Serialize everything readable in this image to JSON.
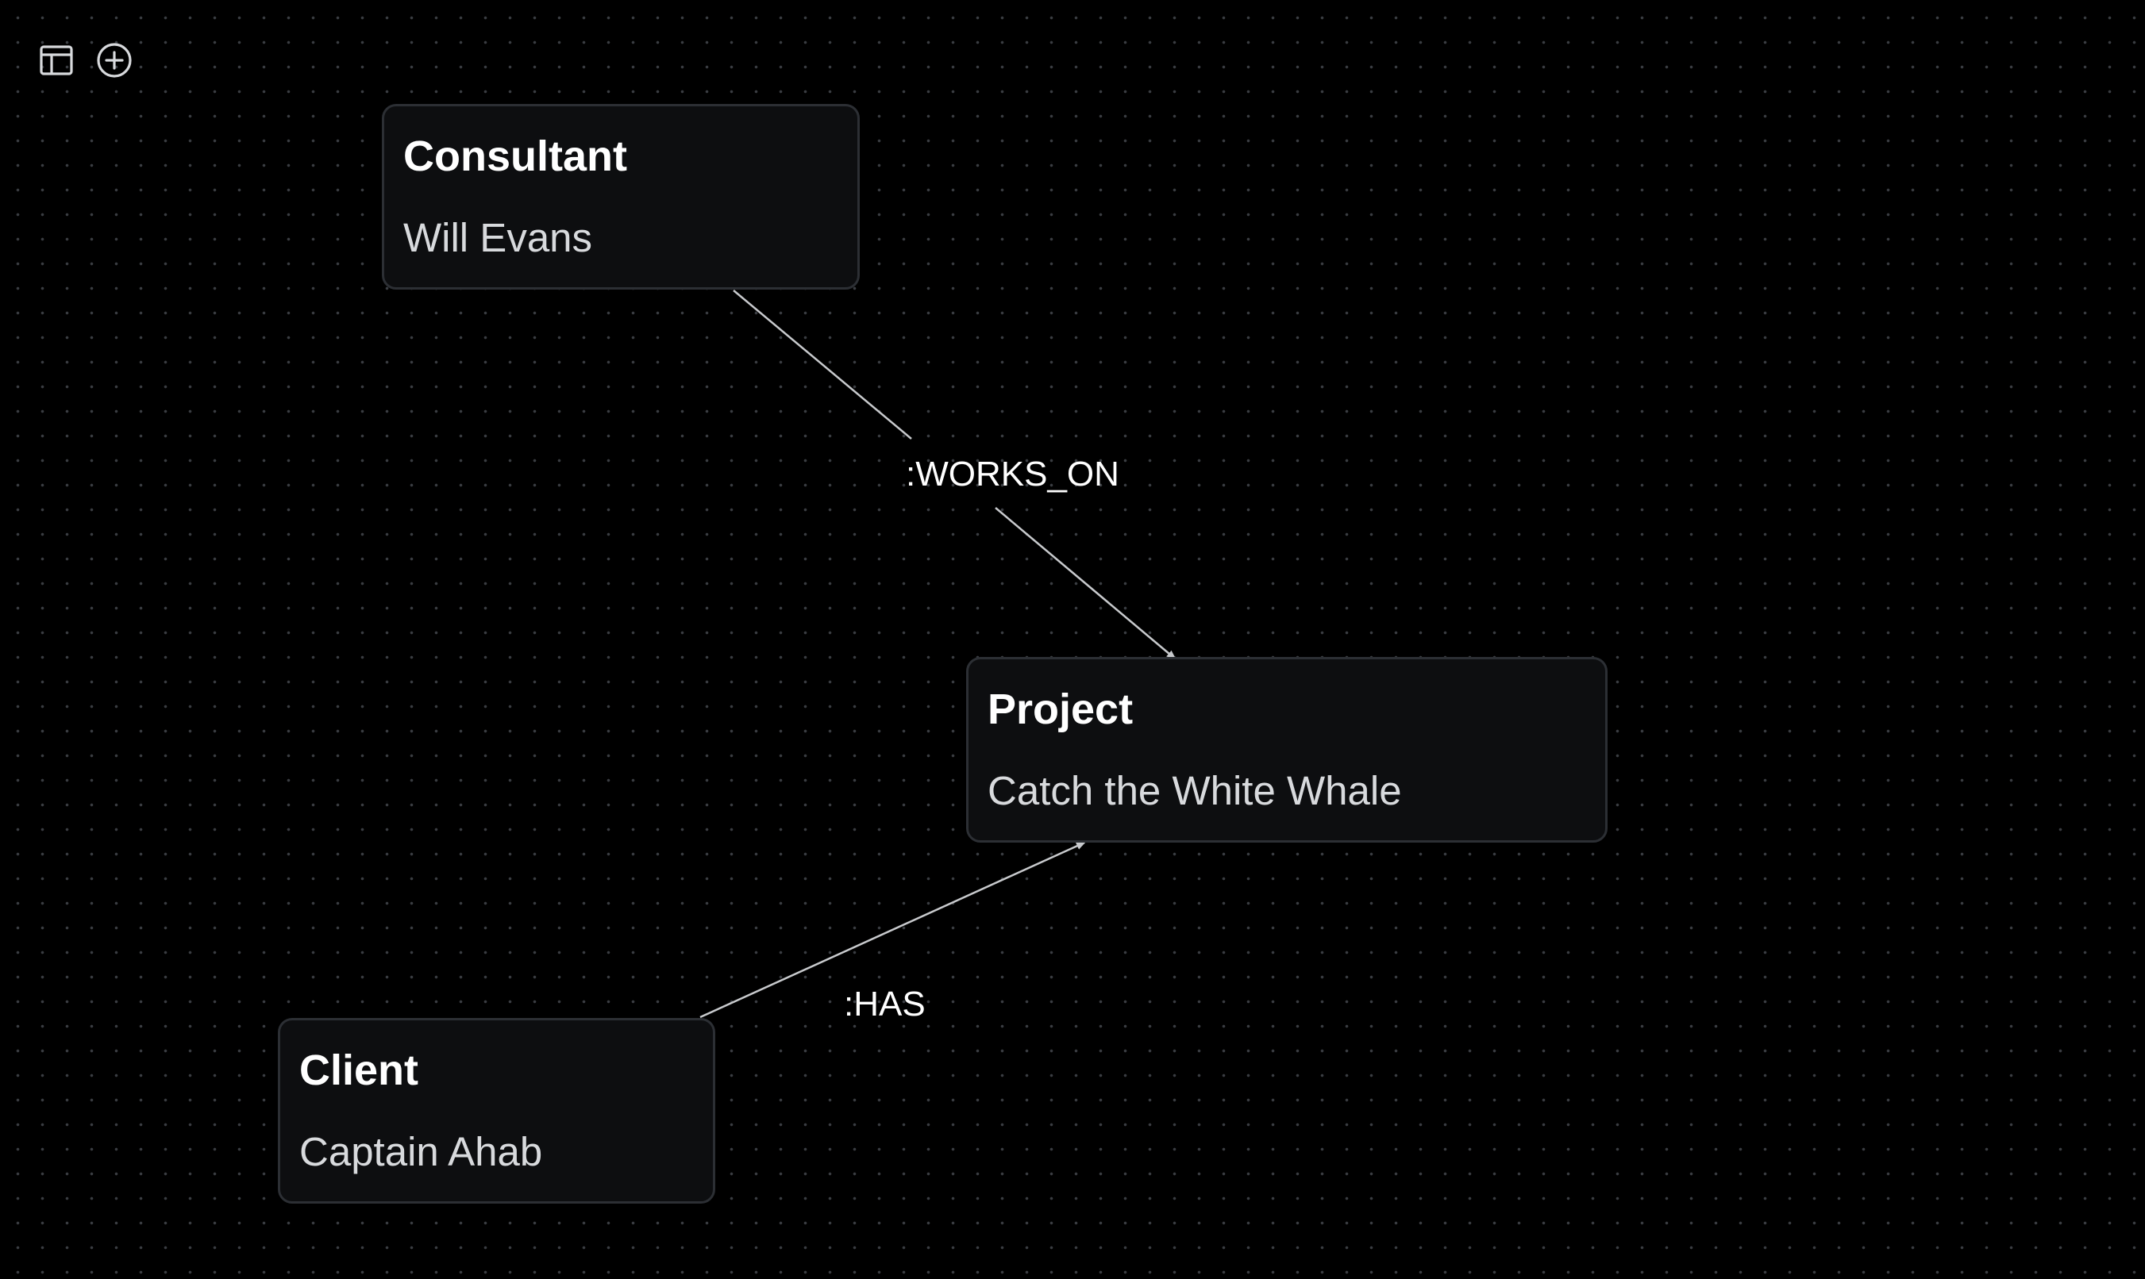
{
  "toolbar": {
    "layout_icon": "layout-icon",
    "add_icon": "plus-circle-icon"
  },
  "nodes": {
    "consultant": {
      "label": "Consultant",
      "value": "Will Evans"
    },
    "project": {
      "label": "Project",
      "value": "Catch the White Whale"
    },
    "client": {
      "label": "Client",
      "value": "Captain Ahab"
    }
  },
  "edges": {
    "works_on": {
      "label": ":WORKS_ON",
      "from": "Consultant",
      "to": "Project"
    },
    "has": {
      "label": ":HAS",
      "from": "Client",
      "to": "Project"
    }
  },
  "colors": {
    "background": "#000000",
    "node_fill": "#0d0e10",
    "node_border": "#2c2f34",
    "edge": "#c8cacd",
    "text": "#ffffff"
  }
}
